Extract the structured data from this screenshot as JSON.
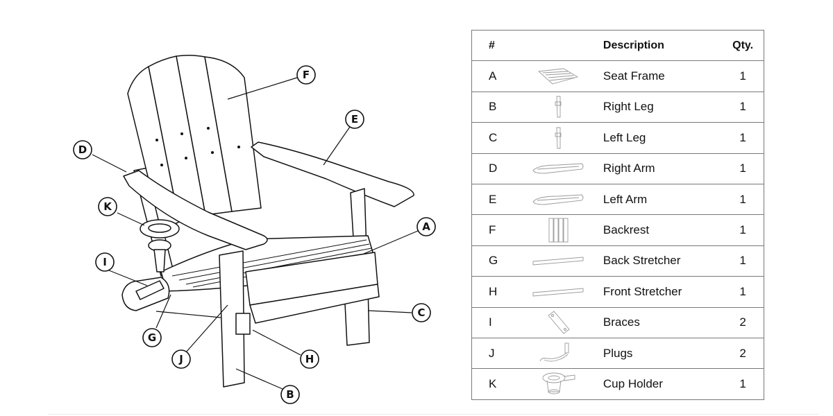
{
  "callouts": [
    "A",
    "B",
    "C",
    "D",
    "E",
    "F",
    "G",
    "H",
    "I",
    "J",
    "K"
  ],
  "table": {
    "header": {
      "code": "#",
      "description": "Description",
      "qty": "Qty."
    },
    "rows": [
      {
        "code": "A",
        "description": "Seat Frame",
        "qty": "1",
        "thumb": "seat-frame-icon"
      },
      {
        "code": "B",
        "description": "Right Leg",
        "qty": "1",
        "thumb": "leg-icon"
      },
      {
        "code": "C",
        "description": "Left Leg",
        "qty": "1",
        "thumb": "leg-icon"
      },
      {
        "code": "D",
        "description": "Right Arm",
        "qty": "1",
        "thumb": "arm-icon"
      },
      {
        "code": "E",
        "description": "Left Arm",
        "qty": "1",
        "thumb": "arm-icon"
      },
      {
        "code": "F",
        "description": "Backrest",
        "qty": "1",
        "thumb": "backrest-icon"
      },
      {
        "code": "G",
        "description": "Back Stretcher",
        "qty": "1",
        "thumb": "stretcher-icon"
      },
      {
        "code": "H",
        "description": "Front Stretcher",
        "qty": "1",
        "thumb": "stretcher-icon"
      },
      {
        "code": "I",
        "description": "Braces",
        "qty": "2",
        "thumb": "brace-icon"
      },
      {
        "code": "J",
        "description": "Plugs",
        "qty": "2",
        "thumb": "plug-icon"
      },
      {
        "code": "K",
        "description": "Cup Holder",
        "qty": "1",
        "thumb": "cup-holder-icon"
      }
    ]
  }
}
